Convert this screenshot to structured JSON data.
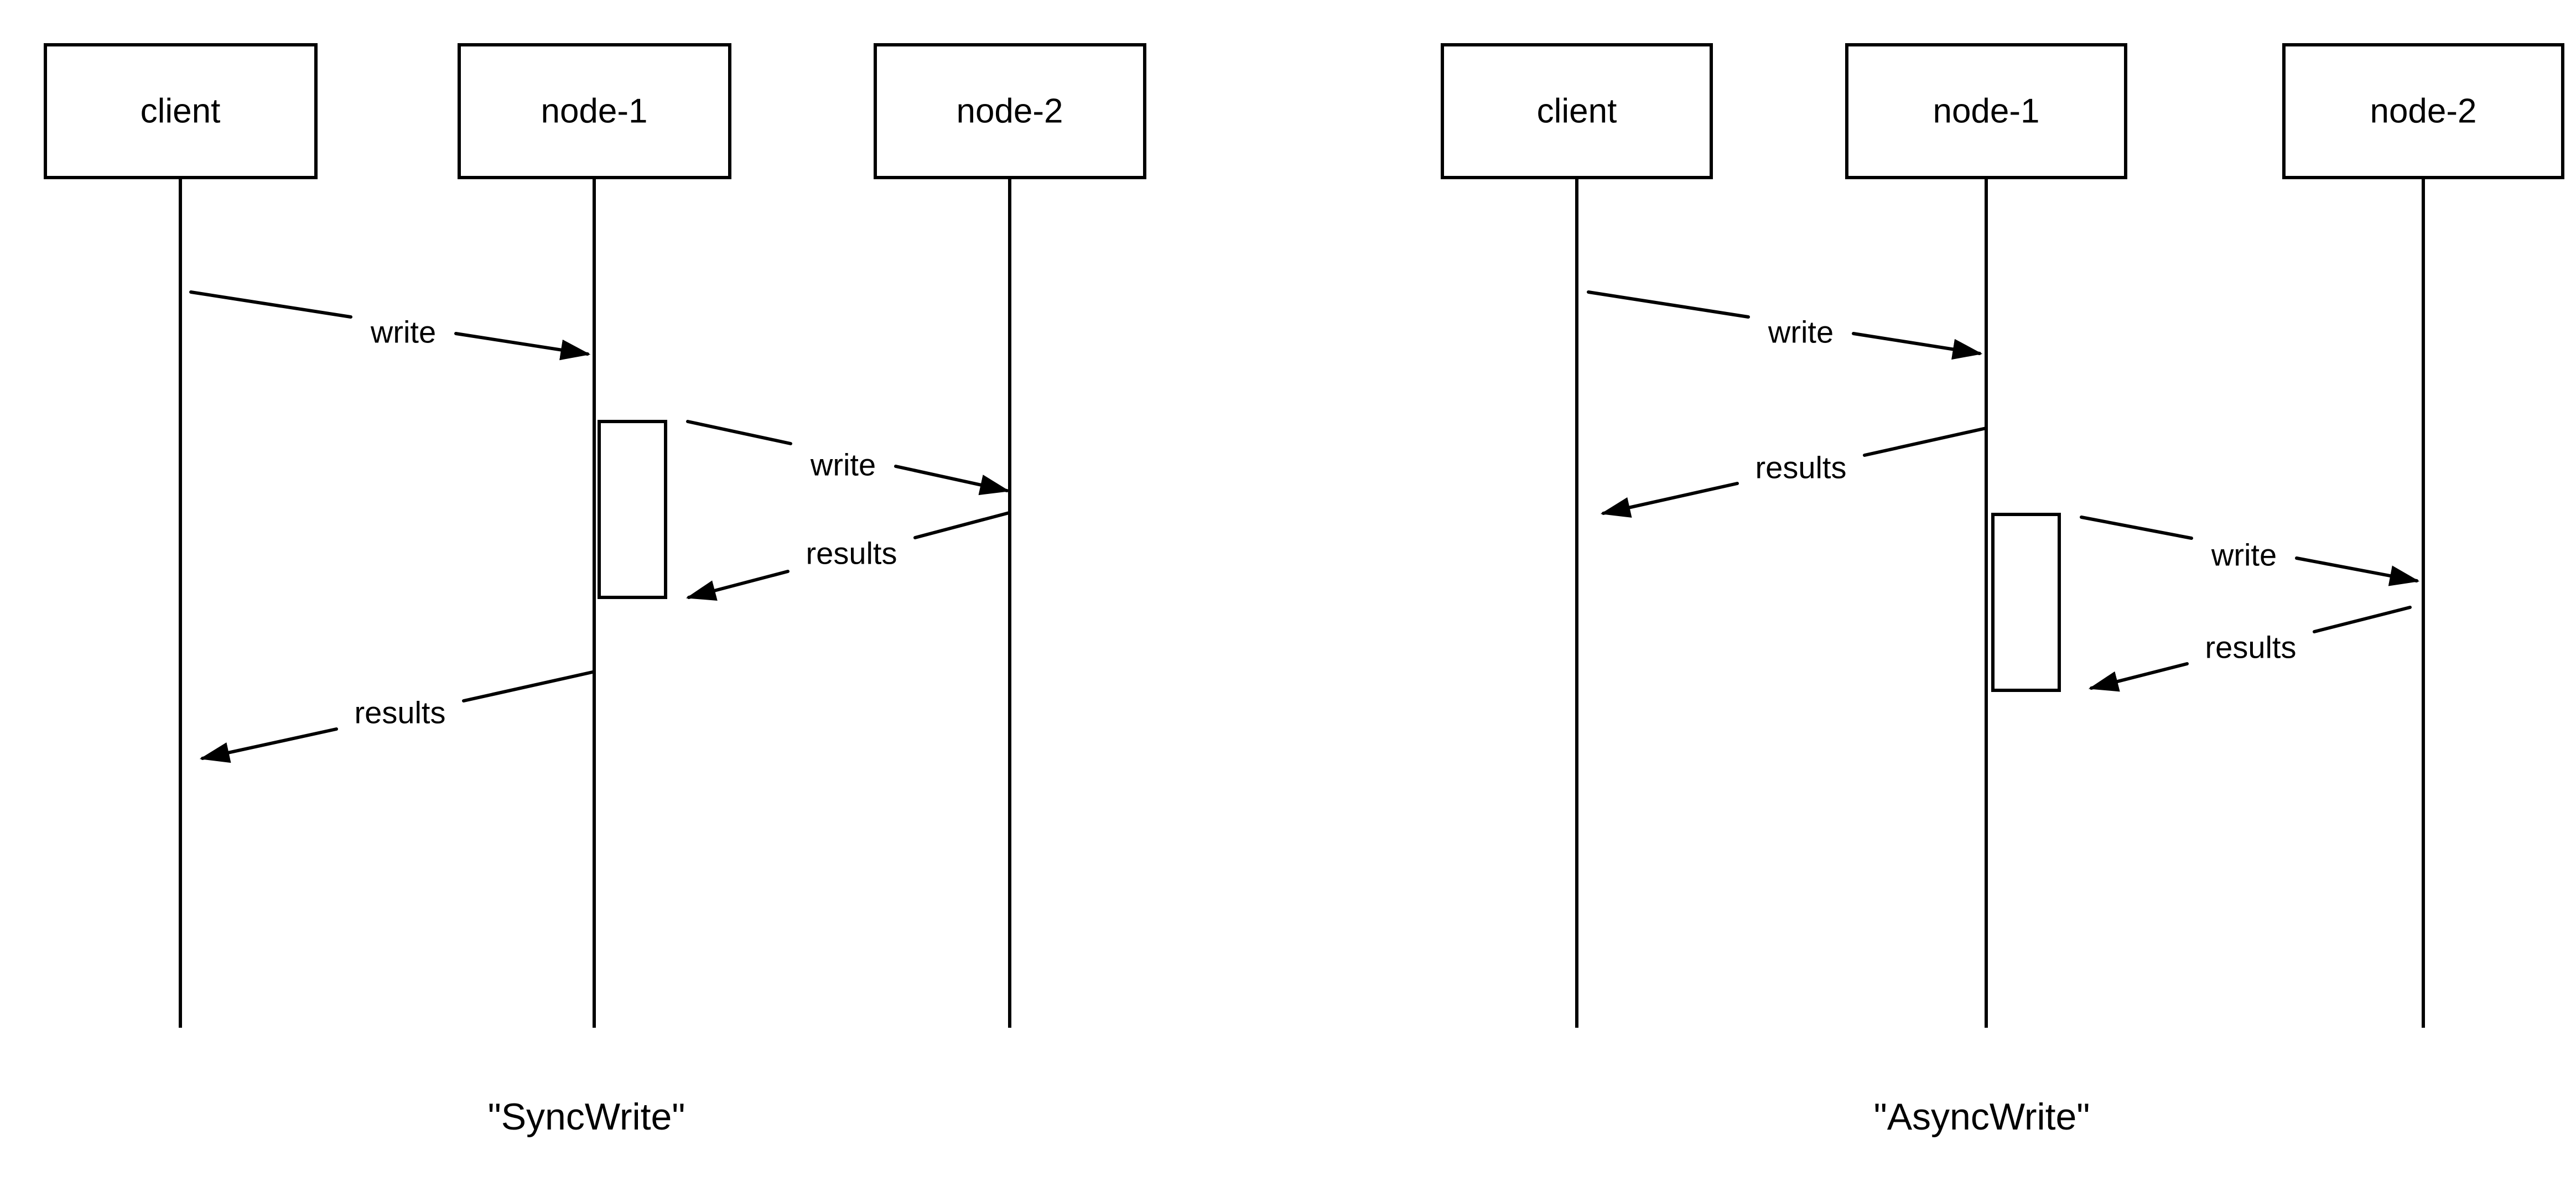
{
  "diagram_type": "uml-sequence",
  "background_color": "#ffffff",
  "stroke_color": "#000000",
  "diagrams": [
    {
      "caption": "\"SyncWrite\"",
      "actors": [
        {
          "label": "client"
        },
        {
          "label": "node-1"
        },
        {
          "label": "node-2"
        }
      ],
      "messages": [
        {
          "label": "write",
          "from": "client",
          "to": "node-1"
        },
        {
          "label": "write",
          "from": "node-1",
          "to": "node-2"
        },
        {
          "label": "results",
          "from": "node-2",
          "to": "node-1"
        },
        {
          "label": "results",
          "from": "node-1",
          "to": "client"
        }
      ]
    },
    {
      "caption": "\"AsyncWrite\"",
      "actors": [
        {
          "label": "client"
        },
        {
          "label": "node-1"
        },
        {
          "label": "node-2"
        }
      ],
      "messages": [
        {
          "label": "write",
          "from": "client",
          "to": "node-1"
        },
        {
          "label": "results",
          "from": "node-1",
          "to": "client"
        },
        {
          "label": "write",
          "from": "node-1",
          "to": "node-2"
        },
        {
          "label": "results",
          "from": "node-2",
          "to": "node-1"
        }
      ]
    }
  ]
}
